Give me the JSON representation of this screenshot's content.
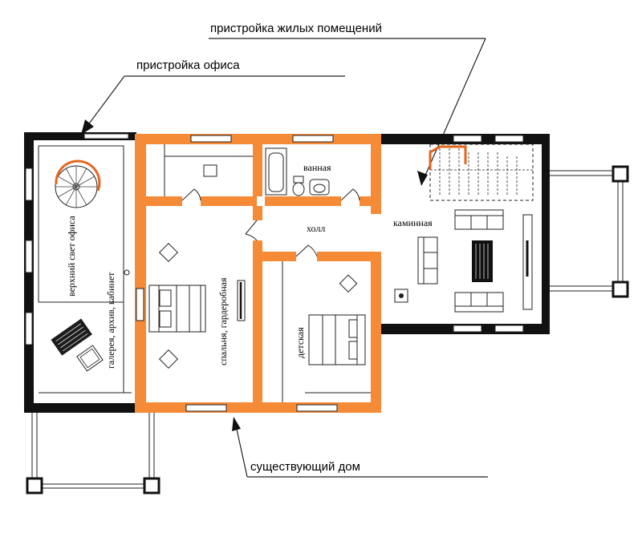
{
  "annotations": {
    "residential_extension": "пристройка жилых помещений",
    "office_extension": "пристройка офиса",
    "existing_house": "существующий дом"
  },
  "rooms": {
    "skylight": "верхний свет офиса",
    "gallery": "галерея, архив, кабинет",
    "bedroom": "спальня, гардеробная",
    "bathroom": "ванная",
    "hall": "холл",
    "living": "каминная",
    "kids": "детская"
  },
  "colors": {
    "existing_walls": "#f58a37",
    "extension_walls": "#111111"
  }
}
